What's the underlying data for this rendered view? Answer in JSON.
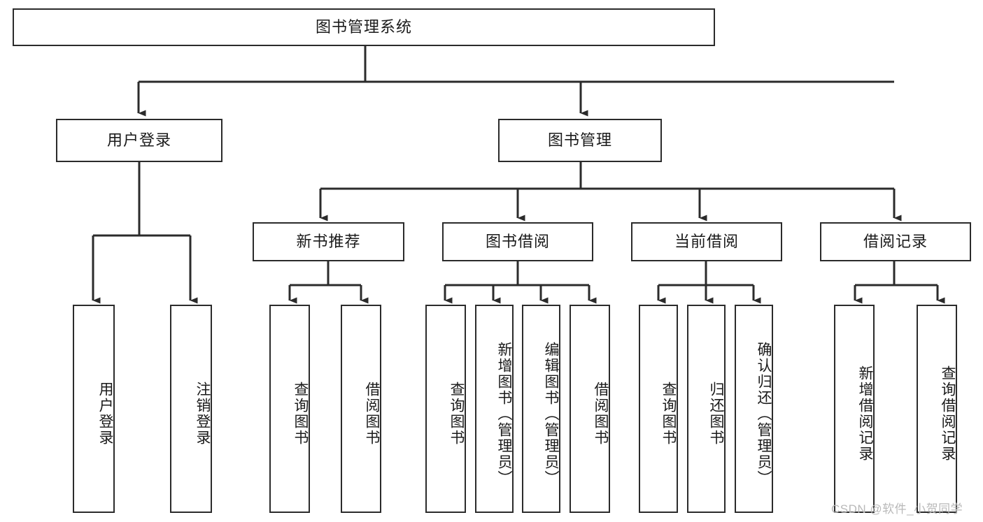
{
  "diagram": {
    "title": "图书管理系统",
    "type": "tree-hierarchy-chart",
    "root": {
      "label": "图书管理系统"
    },
    "level2": [
      {
        "label": "用户登录"
      },
      {
        "label": "图书管理"
      }
    ],
    "level3": [
      {
        "label": "新书推荐"
      },
      {
        "label": "图书借阅"
      },
      {
        "label": "当前借阅"
      },
      {
        "label": "借阅记录"
      }
    ],
    "leaves": {
      "user_login": [
        {
          "label": "用户登录"
        },
        {
          "label": "注销登录"
        }
      ],
      "new_book_recommend": [
        {
          "label": "查询图书"
        },
        {
          "label": "借阅图书"
        }
      ],
      "book_borrow": [
        {
          "label": "查询图书"
        },
        {
          "label": "新增图书（管理员）"
        },
        {
          "label": "编辑图书（管理员）"
        },
        {
          "label": "借阅图书"
        }
      ],
      "current_borrow": [
        {
          "label": "查询图书"
        },
        {
          "label": "归还图书"
        },
        {
          "label": "确认归还（管理员）"
        }
      ],
      "borrow_record": [
        {
          "label": "新增借阅记录"
        },
        {
          "label": "查询借阅记录"
        }
      ]
    },
    "watermark": "CSDN @软件_小贺同学",
    "colors": {
      "stroke": "#2b2b2b",
      "fill": "#ffffff",
      "text": "#1a1a1a",
      "watermark": "#b9b9b9"
    }
  }
}
